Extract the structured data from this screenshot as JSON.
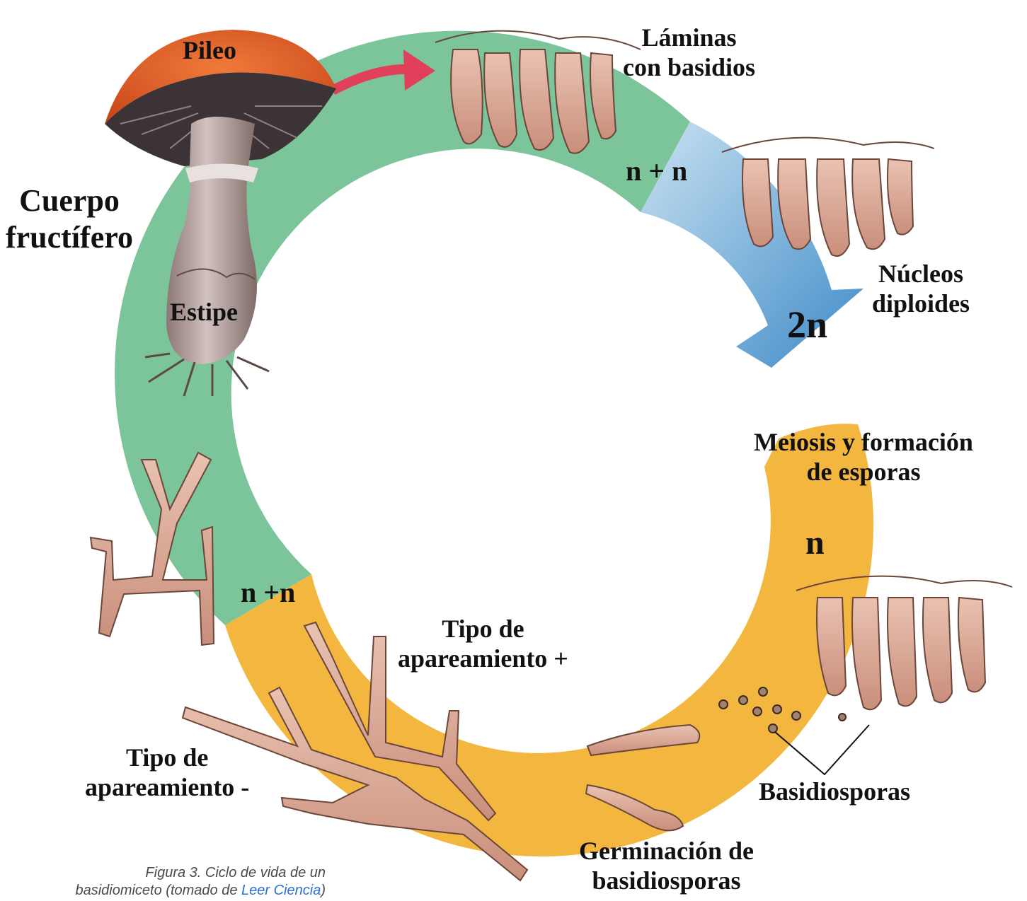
{
  "colors": {
    "green_phase": "#7cc49a",
    "blue_phase": "#4a95cf",
    "orange_phase": "#f3b63f",
    "arrow_red": "#e0405a",
    "cap_orange": "#d9531e",
    "stipe": "#b7a3a0",
    "hypha": "#d9a592"
  },
  "labels": {
    "pileo": "Pileo",
    "laminas_1": "Láminas",
    "laminas_2": "con basidios",
    "cuerpo_1": "Cuerpo",
    "cuerpo_2": "fructífero",
    "estipe": "Estipe",
    "ploidy_top": "n + n",
    "nucleos_1": "Núcleos",
    "nucleos_2": "diploides",
    "ploidy_2n": "2n",
    "meiosis_1": "Meiosis y formación",
    "meiosis_2": "de esporas",
    "ploidy_n": "n",
    "ploidy_left": "n +n",
    "tipo_pos_1": "Tipo de",
    "tipo_pos_2": "apareamiento +",
    "tipo_neg_1": "Tipo de",
    "tipo_neg_2": "apareamiento -",
    "basidiosporas": "Basidiosporas",
    "germinacion_1": "Germinación de",
    "germinacion_2": "basidiosporas"
  },
  "caption": {
    "line1": "Figura 3. Ciclo de vida de un",
    "line2_prefix": "basidiomiceto (tomado de ",
    "link": "Leer Ciencia",
    "line2_suffix": ")"
  }
}
